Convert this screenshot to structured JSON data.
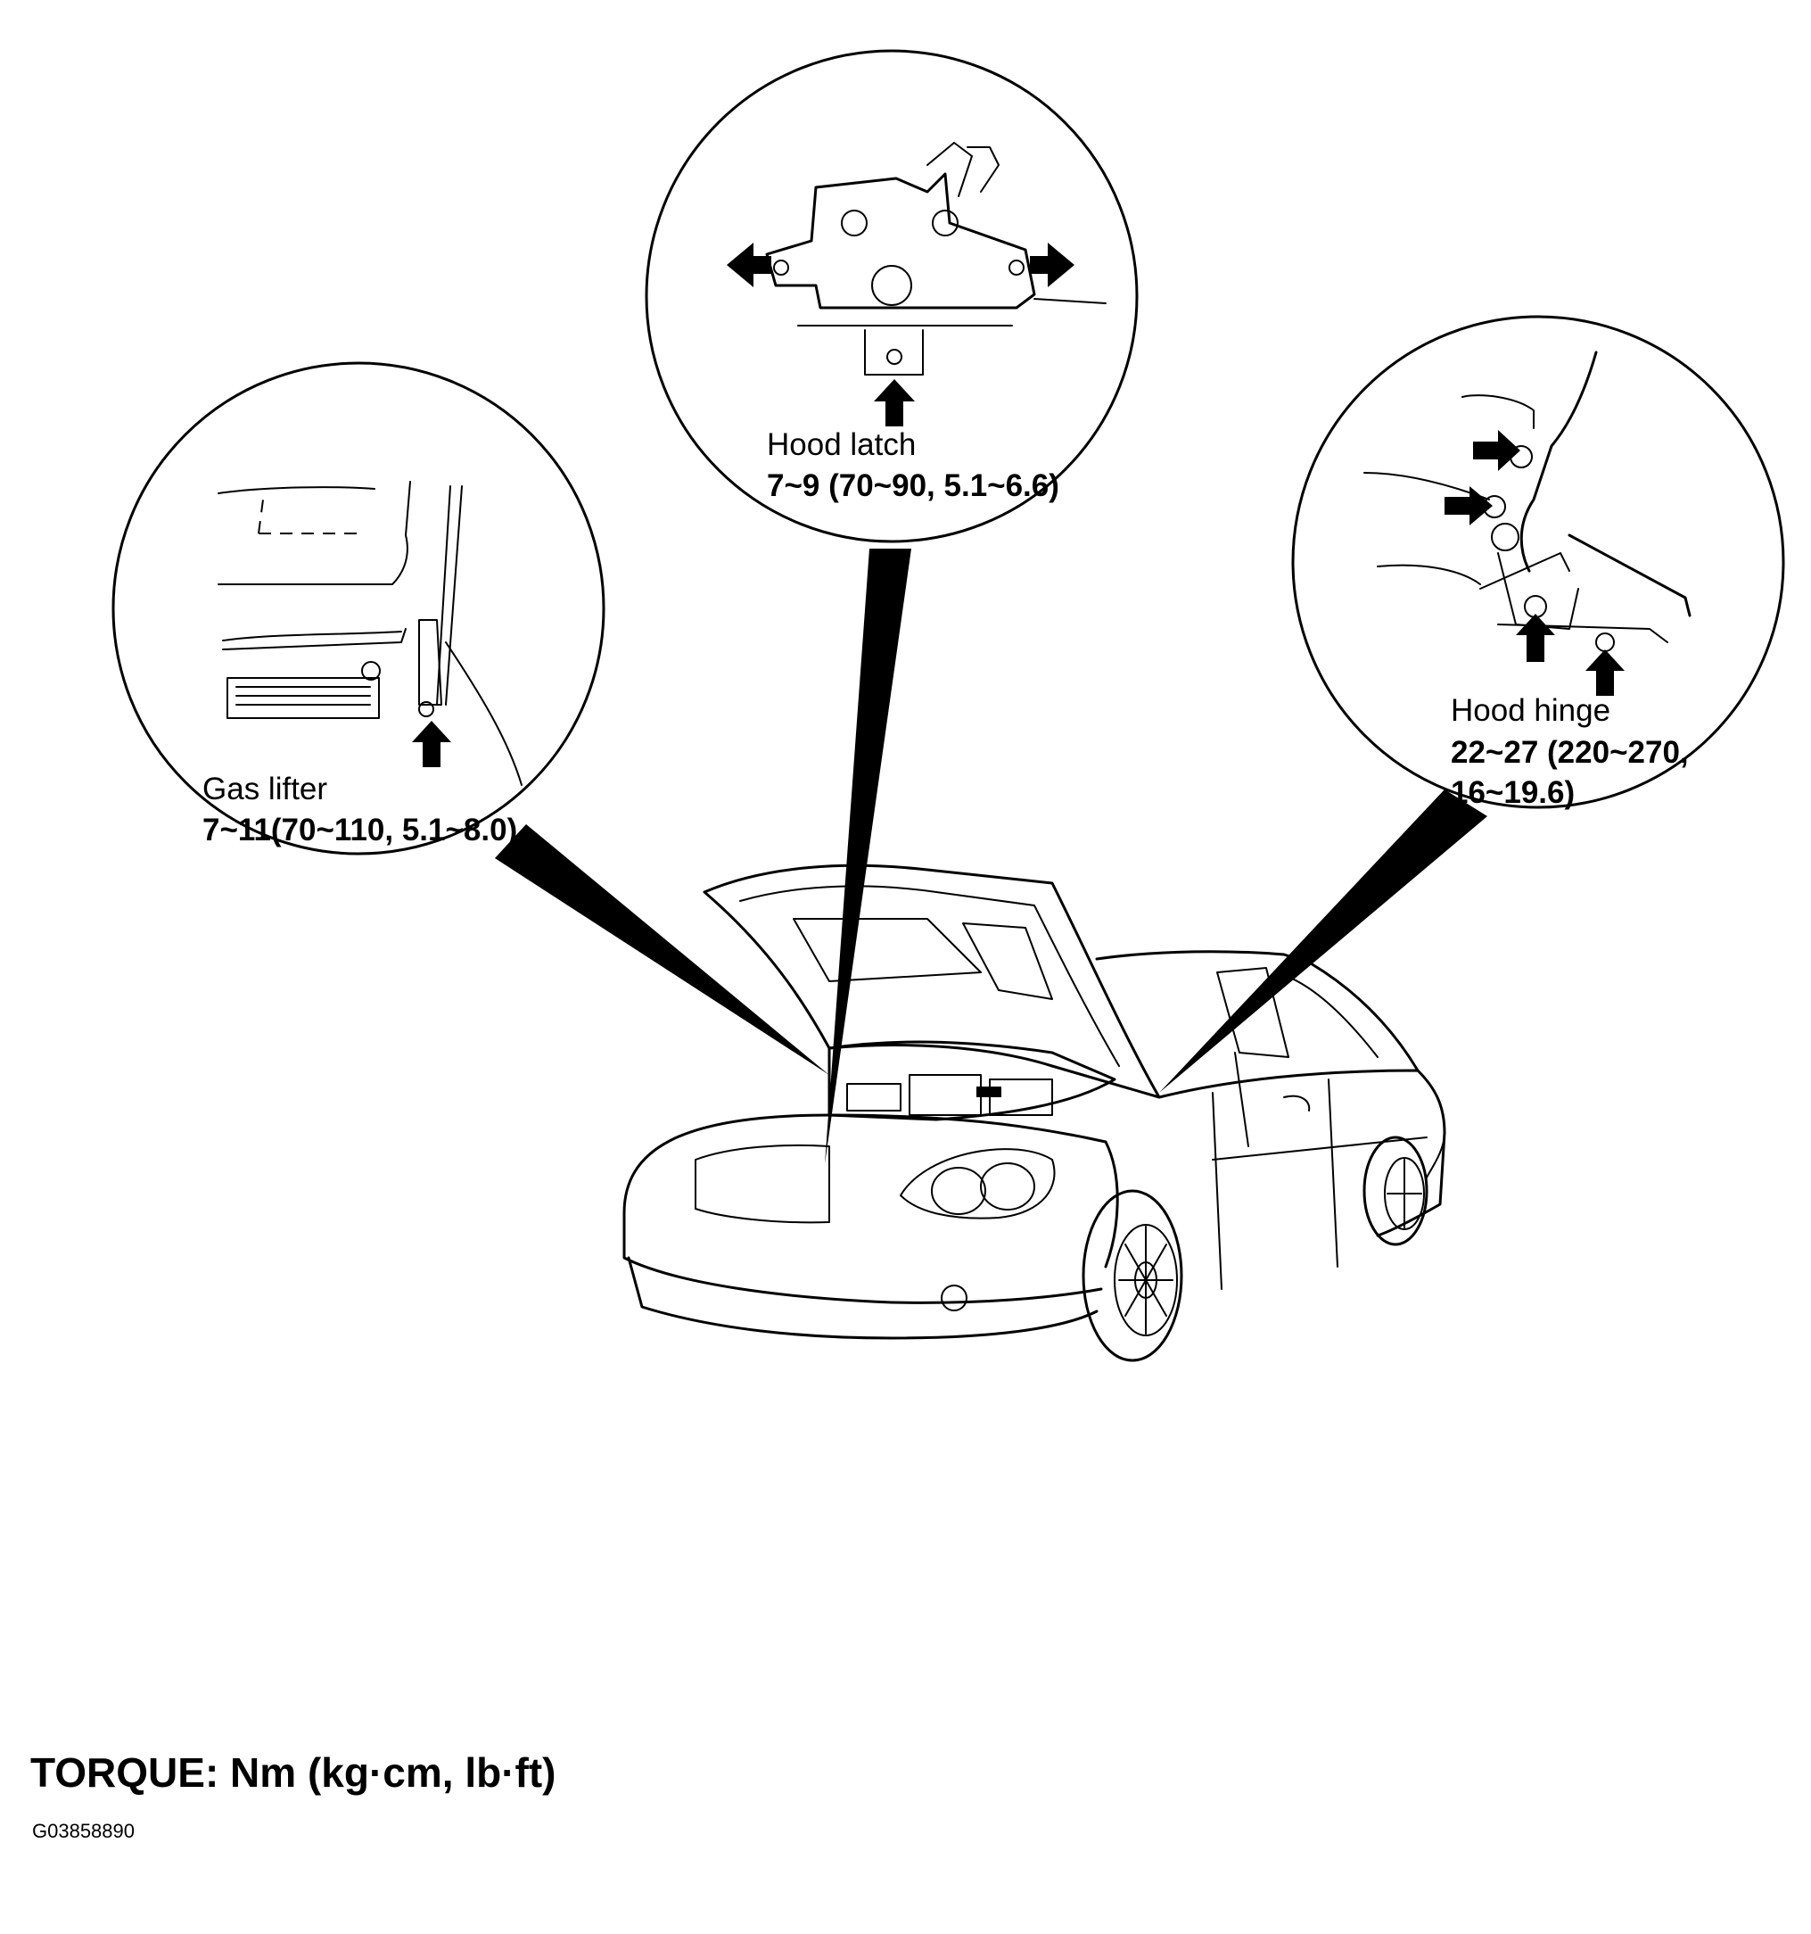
{
  "callouts": [
    {
      "id": "gas-lifter",
      "name": "Gas lifter",
      "torque": "7~11(70~110, 5.1~8.0)"
    },
    {
      "id": "hood-latch",
      "name": "Hood latch",
      "torque": "7~9 (70~90, 5.1~6.6)"
    },
    {
      "id": "hood-hinge",
      "name": "Hood hinge",
      "torque_line1": "22~27 (220~270,",
      "torque_line2": "16~19.6)"
    }
  ],
  "footer": {
    "torque_unit_note": "TORQUE: Nm (kg·cm, lb·ft)",
    "figure_id": "G03858890"
  }
}
